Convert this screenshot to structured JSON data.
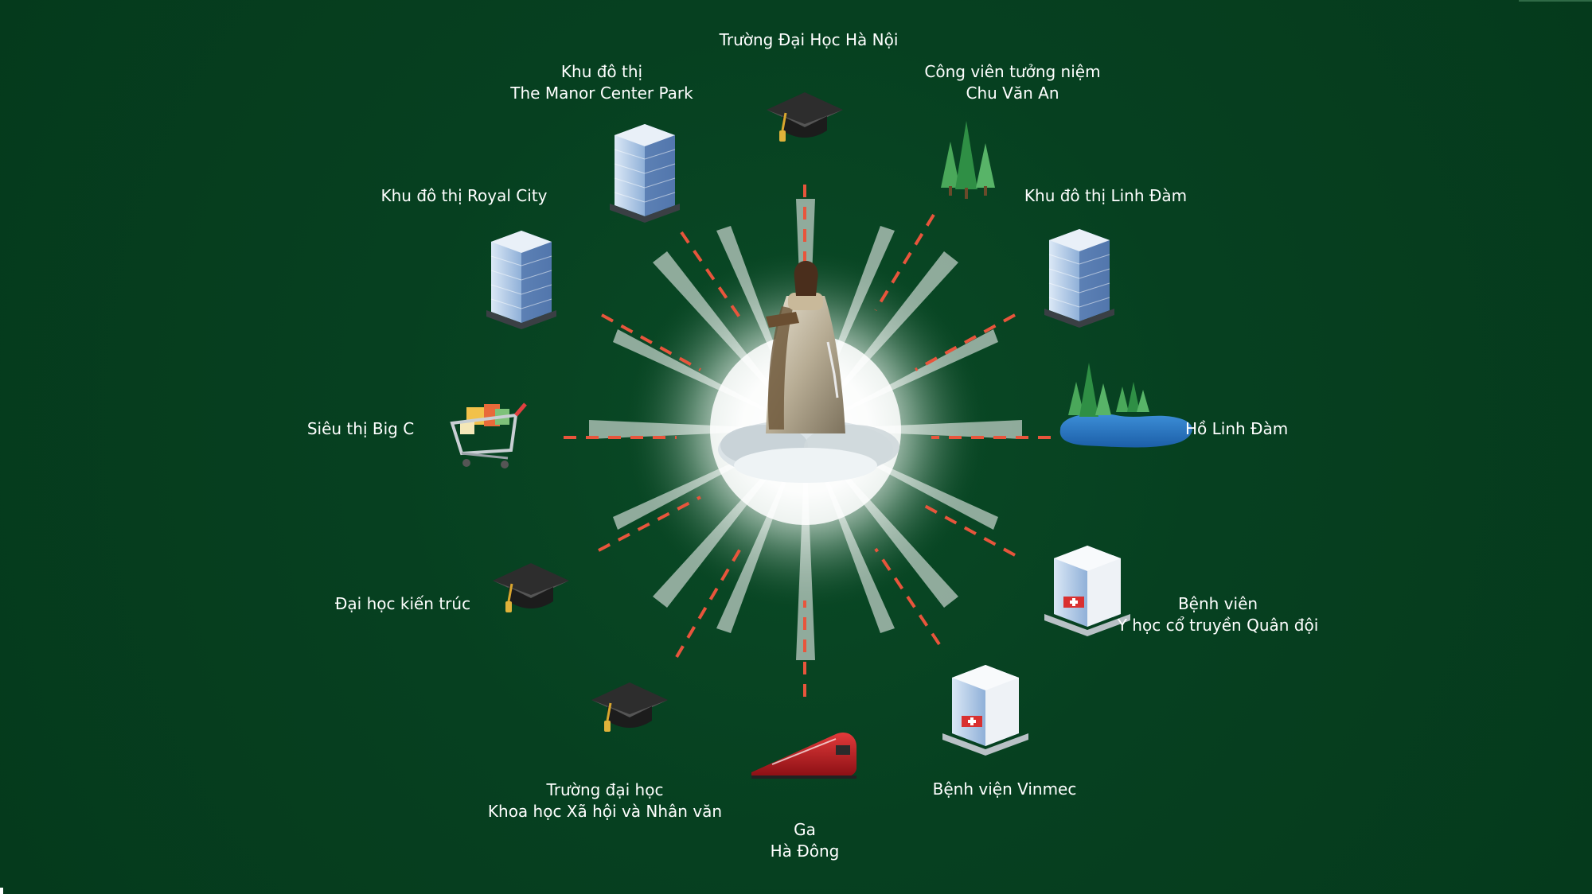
{
  "colors": {
    "background": "#063e1f",
    "connector": "#e8553c",
    "label_text": "#ffffff",
    "glow": "#ffffff"
  },
  "center": {
    "figure": "statue-of-woman-with-book-on-cloud",
    "effect": "white-starburst-glow"
  },
  "nodes": [
    {
      "id": "hanoi-university",
      "icon": "graduation-cap-icon",
      "lines": [
        "Trường Đại Học Hà Nội"
      ]
    },
    {
      "id": "chu-van-an-park",
      "icon": "trees-icon",
      "lines": [
        "Công viên tưởng niệm",
        "Chu Văn An"
      ]
    },
    {
      "id": "linh-dam-urban",
      "icon": "office-building-icon",
      "lines": [
        "Khu đô thị Linh Đàm"
      ]
    },
    {
      "id": "linh-dam-lake",
      "icon": "lake-trees-icon",
      "lines": [
        "Hồ Linh Đàm"
      ]
    },
    {
      "id": "military-hospital",
      "icon": "hospital-icon",
      "lines": [
        "Bệnh viên",
        "Y học cổ truyền Quân đội"
      ]
    },
    {
      "id": "vinmec-hospital",
      "icon": "hospital-icon",
      "lines": [
        "Bệnh viện Vinmec"
      ]
    },
    {
      "id": "ha-dong-station",
      "icon": "train-icon",
      "lines": [
        "Ga",
        "Hà Đông"
      ]
    },
    {
      "id": "social-sciences-university",
      "icon": "graduation-cap-icon",
      "lines": [
        "Trường đại học",
        "Khoa học Xã hội và Nhân văn"
      ]
    },
    {
      "id": "architecture-university",
      "icon": "graduation-cap-icon",
      "lines": [
        "Đại học kiến trúc"
      ]
    },
    {
      "id": "big-c-supermarket",
      "icon": "shopping-cart-icon",
      "lines": [
        "Siêu thị Big C"
      ]
    },
    {
      "id": "royal-city",
      "icon": "office-building-icon",
      "lines": [
        "Khu đô thị Royal City"
      ]
    },
    {
      "id": "manor-center-park",
      "icon": "office-building-icon",
      "lines": [
        "Khu đô thị",
        "The Manor Center Park"
      ]
    }
  ]
}
